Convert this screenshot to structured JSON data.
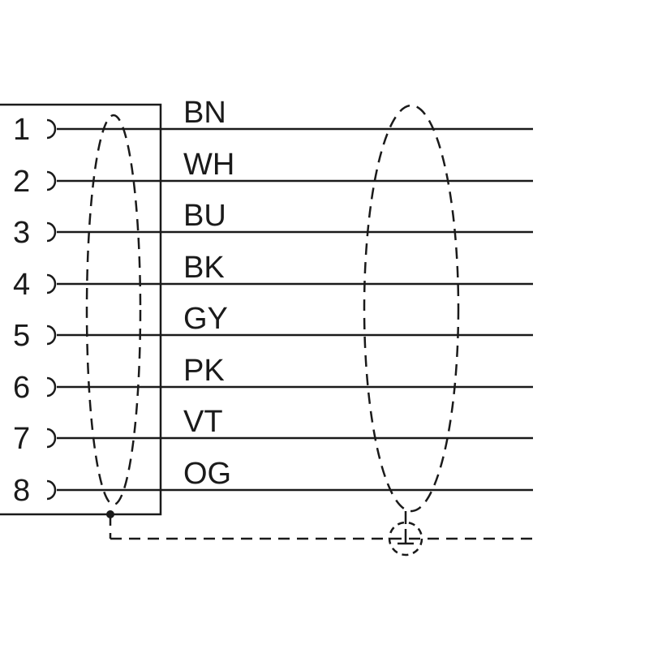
{
  "pins": [
    {
      "number": "1",
      "color": "BN"
    },
    {
      "number": "2",
      "color": "WH"
    },
    {
      "number": "3",
      "color": "BU"
    },
    {
      "number": "4",
      "color": "BK"
    },
    {
      "number": "5",
      "color": "GY"
    },
    {
      "number": "6",
      "color": "PK"
    },
    {
      "number": "7",
      "color": "VT"
    },
    {
      "number": "8",
      "color": "OG"
    }
  ]
}
